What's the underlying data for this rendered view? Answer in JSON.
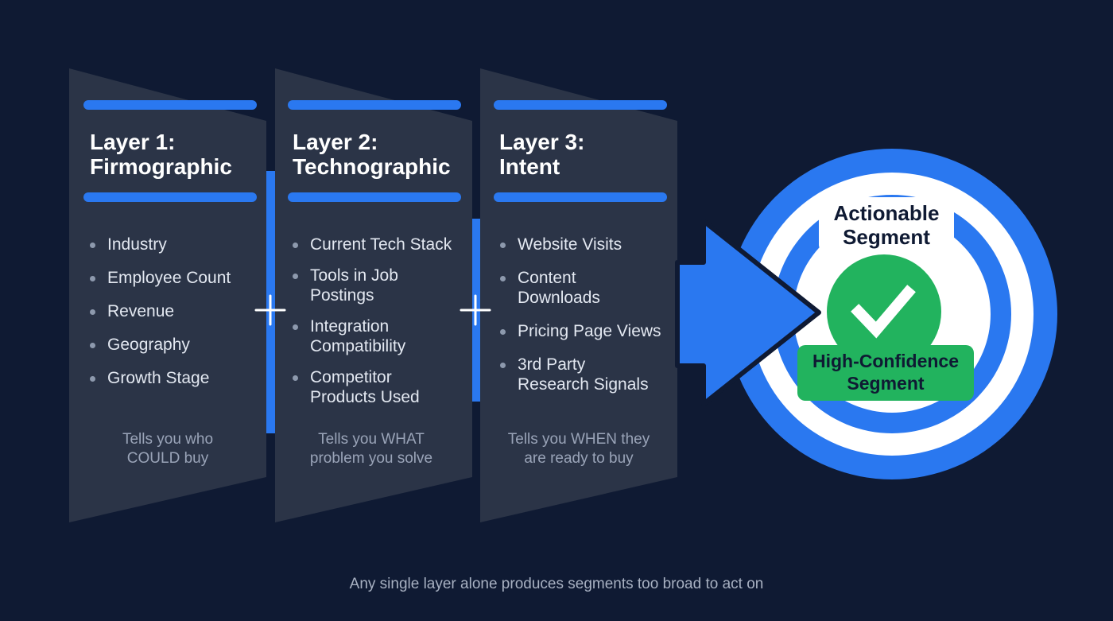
{
  "layers": [
    {
      "title_line1": "Layer 1:",
      "title_line2": "Firmographic",
      "items": [
        "Industry",
        "Employee Count",
        "Revenue",
        "Geography",
        "Growth Stage"
      ],
      "footer_line1": "Tells you who",
      "footer_line2": "COULD buy"
    },
    {
      "title_line1": "Layer 2:",
      "title_line2": "Technographic",
      "items": [
        "Current Tech Stack",
        "Tools in Job Postings",
        "Integration Compatibility",
        "Competitor Products Used"
      ],
      "footer_line1": "Tells you WHAT",
      "footer_line2": "problem you solve"
    },
    {
      "title_line1": "Layer 3:",
      "title_line2": "Intent",
      "items": [
        "Website Visits",
        "Content Downloads",
        "Pricing Page Views",
        "3rd Party Research Signals"
      ],
      "footer_line1": "Tells you WHEN they",
      "footer_line2": "are ready to buy"
    }
  ],
  "target": {
    "label_line1": "Actionable",
    "label_line2": "Segment",
    "badge_line1": "High-Confidence",
    "badge_line2": "Segment",
    "check_icon": "check-icon"
  },
  "caption": "Any single layer alone produces segments too broad to act on",
  "colors": {
    "background": "#0f1a33",
    "panel": "#2b3447",
    "accent_blue": "#2a78f0",
    "success_green": "#22b35e",
    "white": "#ffffff"
  }
}
